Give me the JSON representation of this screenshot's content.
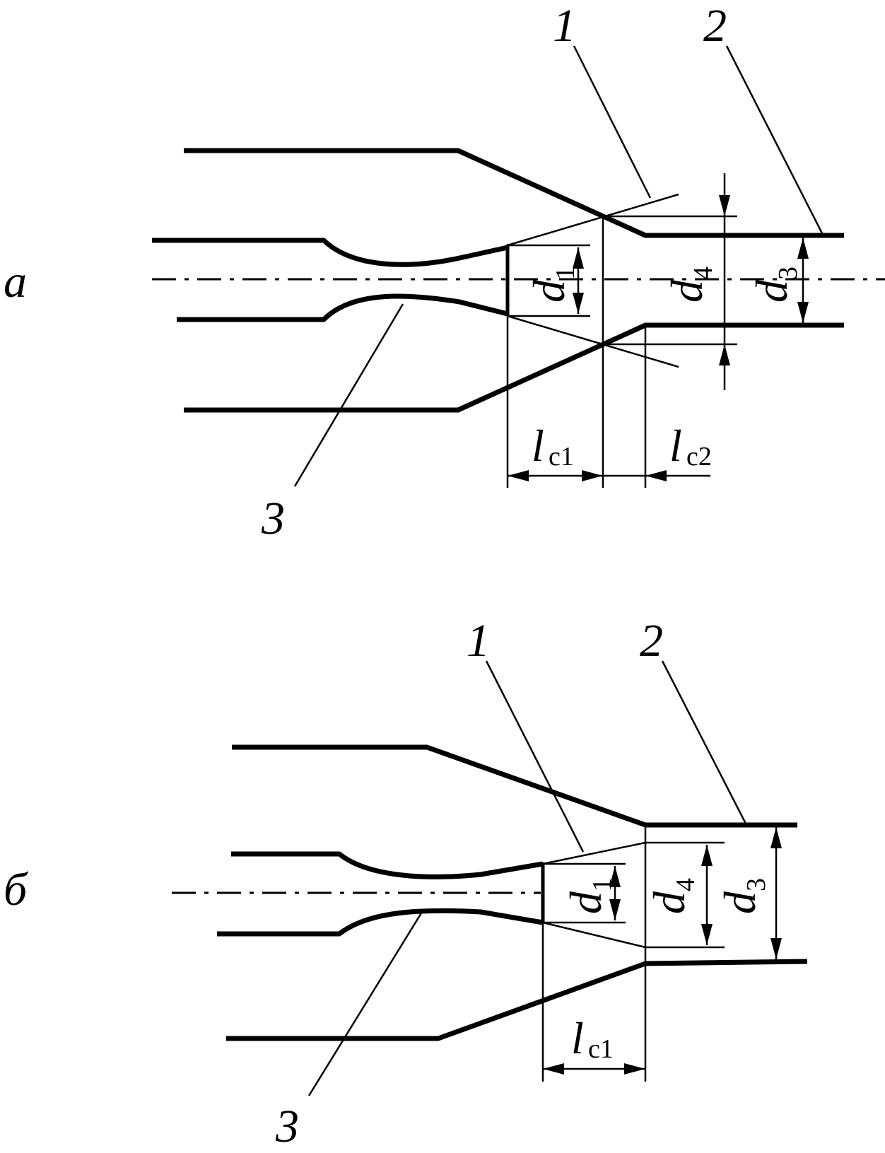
{
  "figures": [
    {
      "label": "а",
      "callouts": [
        "1",
        "2",
        "3"
      ],
      "dimensions": {
        "d1": {
          "symbol": "d",
          "sub": "1"
        },
        "d4": {
          "symbol": "d",
          "sub": "4"
        },
        "d3": {
          "symbol": "d",
          "sub": "3"
        },
        "lc1": {
          "symbol": "l",
          "sub": "c1"
        },
        "lc2": {
          "symbol": "l",
          "sub": "c2"
        }
      }
    },
    {
      "label": "б",
      "callouts": [
        "1",
        "2",
        "3"
      ],
      "dimensions": {
        "d1": {
          "symbol": "d",
          "sub": "1"
        },
        "d4": {
          "symbol": "d",
          "sub": "4"
        },
        "d3": {
          "symbol": "d",
          "sub": "3"
        },
        "lc1": {
          "symbol": "l",
          "sub": "c1"
        }
      }
    }
  ]
}
